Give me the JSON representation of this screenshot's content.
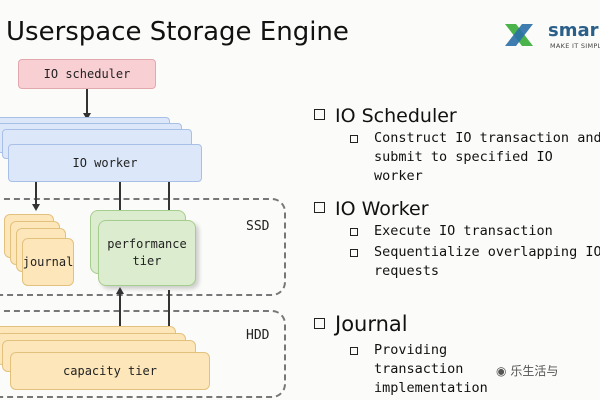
{
  "slide": {
    "title": "Userspace Storage Engine"
  },
  "logo": {
    "name": "smar",
    "tagline": "MAKE IT SIMPLE",
    "colors": {
      "green": "#4ab34a",
      "blue": "#2a6fa8"
    }
  },
  "diagram": {
    "scheduler_label": "IO scheduler",
    "worker_label": "IO worker",
    "journal_label": "journal",
    "performance_tier_label": "performance\ntier",
    "capacity_tier_label": "capacity tier",
    "ssd_label": "SSD",
    "hdd_label": "HDD"
  },
  "bullets": [
    {
      "heading": "IO Scheduler",
      "items": [
        "Construct IO transaction and submit to specified IO worker"
      ]
    },
    {
      "heading": "IO Worker",
      "items": [
        "Execute IO transaction",
        "Sequentialize overlapping IO requests"
      ]
    },
    {
      "heading": "Journal",
      "items": [
        "Providing transaction implementation"
      ]
    }
  ],
  "watermark": "乐生活与"
}
